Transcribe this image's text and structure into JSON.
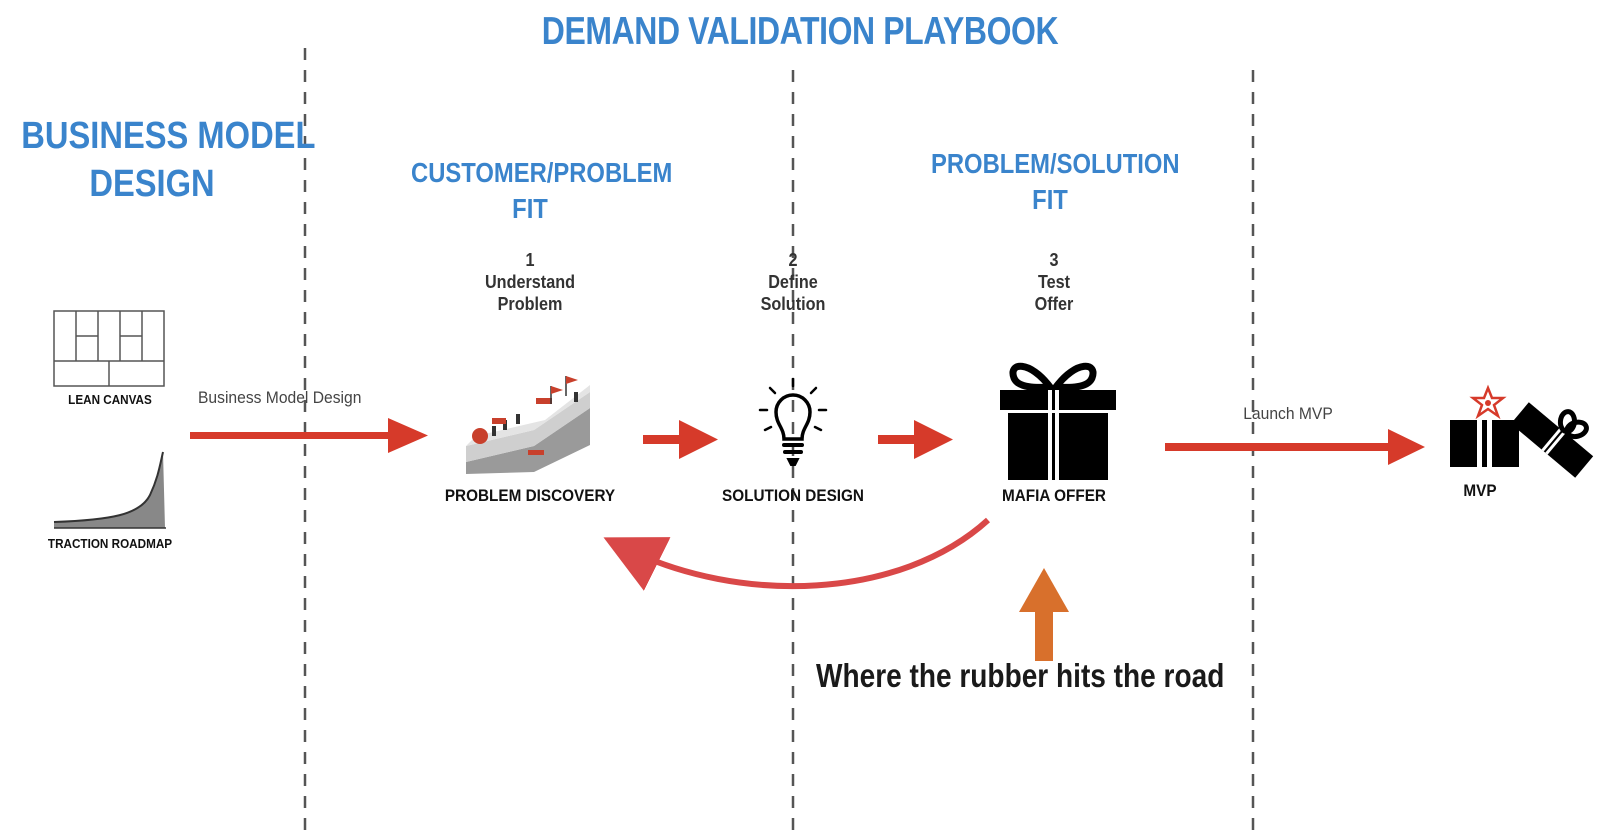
{
  "title": "DEMAND VALIDATION PLAYBOOK",
  "sections": {
    "business_model": {
      "line1": "BUSINESS MODEL",
      "line2": "DESIGN"
    },
    "customer_problem_fit": {
      "line1": "CUSTOMER/PROBLEM",
      "line2": "FIT"
    },
    "problem_solution_fit": {
      "line1": "PROBLEM/SOLUTION",
      "line2": "FIT"
    }
  },
  "steps": [
    {
      "number": "1",
      "line1": "Understand",
      "line2": "Problem",
      "label": "PROBLEM DISCOVERY"
    },
    {
      "number": "2",
      "line1": "Define",
      "line2": "Solution",
      "label": "SOLUTION DESIGN"
    },
    {
      "number": "3",
      "line1": "Test",
      "line2": "Offer",
      "label": "MAFIA OFFER"
    }
  ],
  "tools": {
    "lean_canvas": "LEAN CANVAS",
    "traction_roadmap": "TRACTION ROADMAP"
  },
  "arrows": {
    "business_model_design": "Business Model Design",
    "launch_mvp": "Launch MVP"
  },
  "mvp_label": "MVP",
  "callout": "Where the rubber hits the road",
  "colors": {
    "heading_blue": "#3a84cc",
    "arrow_red": "#d63a2a",
    "loop_red": "#d94848",
    "callout_orange": "#d8702c"
  }
}
